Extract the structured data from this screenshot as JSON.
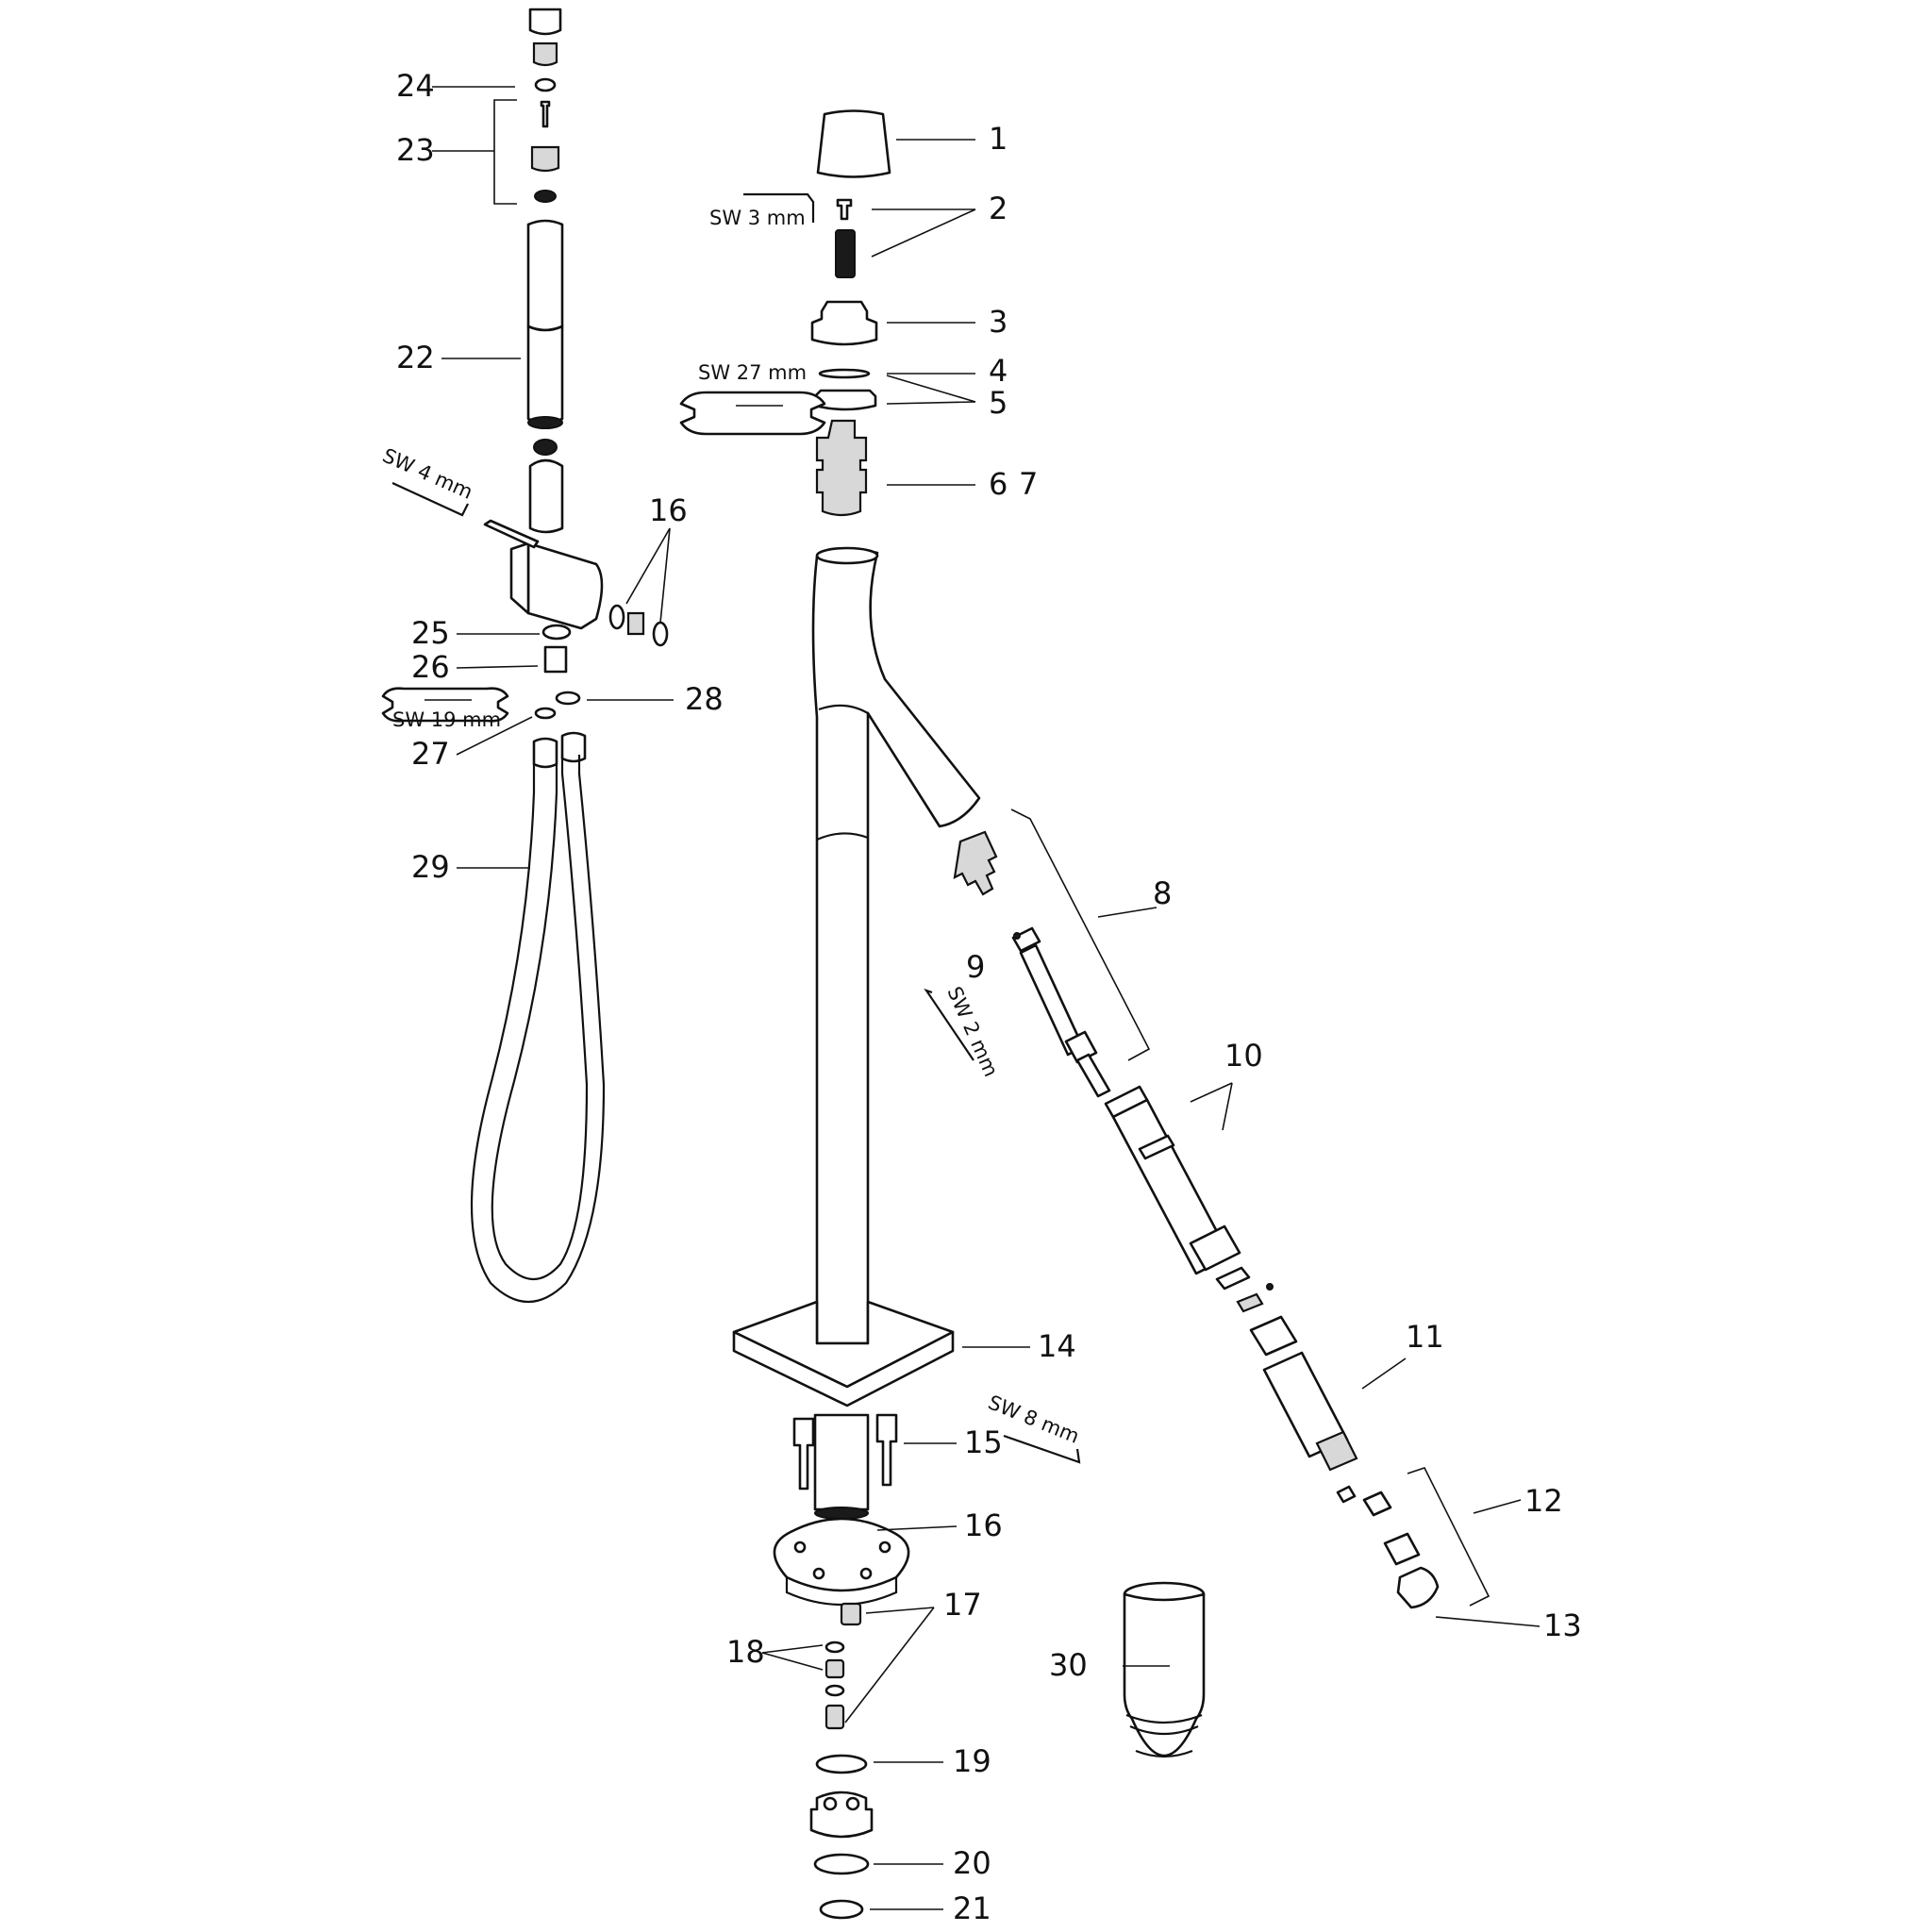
{
  "parts": {
    "p1": "1",
    "p2": "2",
    "p3": "3",
    "p4": "4",
    "p5": "5",
    "p6": "6",
    "p7": "7",
    "p8": "8",
    "p9": "9",
    "p10": "10",
    "p11": "11",
    "p12": "12",
    "p13": "13",
    "p14": "14",
    "p15": "15",
    "p16a": "16",
    "p16b": "16",
    "p17": "17",
    "p18": "18",
    "p19": "19",
    "p20": "20",
    "p21": "21",
    "p22": "22",
    "p23": "23",
    "p24": "24",
    "p25": "25",
    "p26": "26",
    "p27": "27",
    "p28": "28",
    "p29": "29",
    "p30": "30"
  },
  "tools": {
    "sw3": "SW 3 mm",
    "sw27": "SW 27 mm",
    "sw4": "SW 4 mm",
    "sw19": "SW 19 mm",
    "sw2": "SW 2 mm",
    "sw8": "SW 8 mm"
  }
}
